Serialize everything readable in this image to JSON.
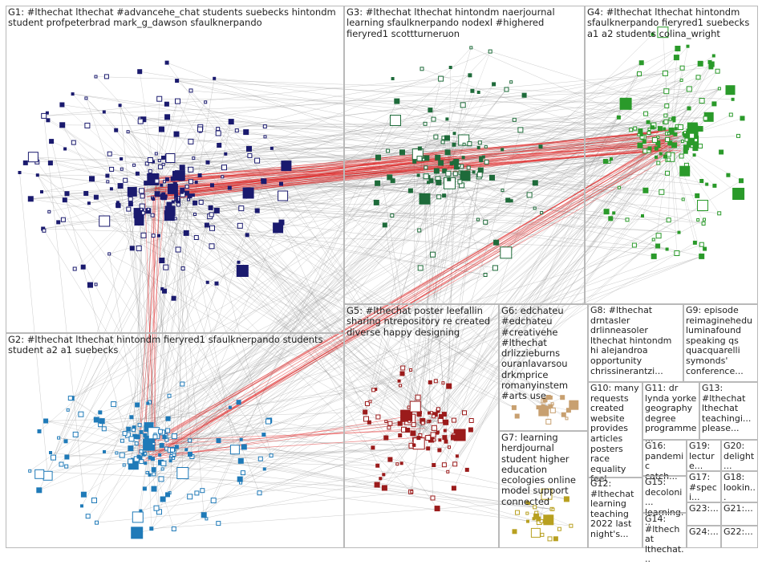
{
  "colors": {
    "background": "#ffffff",
    "group_border": "#b9b9b9",
    "edge_gray": "#8c8c8c",
    "edge_red": "#e02020",
    "label_text": "#222222"
  },
  "groups": [
    {
      "id": "G1",
      "label": "G1: #lthechat lthechat #advancehe_chat students suebecks hintondm student profpeterbrad mark_g_dawson sfaulknerpando",
      "node_color": "#1a1a6e"
    },
    {
      "id": "G2",
      "label": "G2: #lthechat lthechat hintondm fieryred1 sfaulknerpando students student a2 a1 suebecks",
      "node_color": "#1f7ab8"
    },
    {
      "id": "G3",
      "label": "G3: #lthechat lthechat hintondm naerjournal learning sfaulknerpando nodexl #highered fieryred1 scottturneruon",
      "node_color": "#1e6b3a"
    },
    {
      "id": "G4",
      "label": "G4: #lthechat lthechat hintondm sfaulknerpando fieryred1 suebecks a1 a2 students colina_wright",
      "node_color": "#2a9a2a"
    },
    {
      "id": "G5",
      "label": "G5: #lthechat poster leefallin sharing ntrepository re created diverse happy designing",
      "node_color": "#9b1b1b"
    },
    {
      "id": "G6",
      "label": "G6: edchateu #edchateu #creativehe #lthechat drlizzieburns ouranlavarsou drkmprice romanyinstem #arts use",
      "node_color": "#c8a070"
    },
    {
      "id": "G7",
      "label": "G7: learning herdjournal student higher education ecologies online model support connected",
      "node_color": "#b8a020"
    },
    {
      "id": "G8",
      "label": "G8: #lthechat drntasler drlinneasoler lthechat hintondm hi alejandroa opportunity chrissinerantzi...",
      "node_color": "#7a7a7a"
    },
    {
      "id": "G9",
      "label": "G9: episode reimaginehedu luminafound speaking qs quacquarelli symonds' conference...",
      "node_color": "#7a9a3a"
    },
    {
      "id": "G10",
      "label": "G10: many requests created website provides articles posters race equality feel",
      "node_color": "#8a8a8a"
    },
    {
      "id": "G11",
      "label": "G11: dr lynda yorke geography degree programme...",
      "node_color": "#8a5a9a"
    },
    {
      "id": "G12",
      "label": "G12: #lthechat learning teaching 2022 last night's...",
      "node_color": "#6a6a6a"
    },
    {
      "id": "G13",
      "label": "G13: #lthechat lthechat teachingi... please...",
      "node_color": "#6a6a6a"
    },
    {
      "id": "G14",
      "label": "G14: #lthechat lthechat...",
      "node_color": "#6a6a6a"
    },
    {
      "id": "G15",
      "label": "G15: decoloni... learning...",
      "node_color": "#6a6a6a"
    },
    {
      "id": "G16",
      "label": "G16: pandemic catch...",
      "node_color": "#6a6a6a"
    },
    {
      "id": "G17",
      "label": "G17: #speci...",
      "node_color": "#6a6a6a"
    },
    {
      "id": "G18",
      "label": "G18: lookin...",
      "node_color": "#6a6a6a"
    },
    {
      "id": "G19",
      "label": "G19: lecture...",
      "node_color": "#6a6a6a"
    },
    {
      "id": "G20",
      "label": "G20: delight...",
      "node_color": "#6a6a6a"
    },
    {
      "id": "G21",
      "label": "G21:...",
      "node_color": "#6a6a6a"
    },
    {
      "id": "G22",
      "label": "G22:...",
      "node_color": "#6a6a6a"
    },
    {
      "id": "G23",
      "label": "G23:...",
      "node_color": "#6a6a6a"
    },
    {
      "id": "G24",
      "label": "G24:...",
      "node_color": "#6a6a6a"
    }
  ]
}
